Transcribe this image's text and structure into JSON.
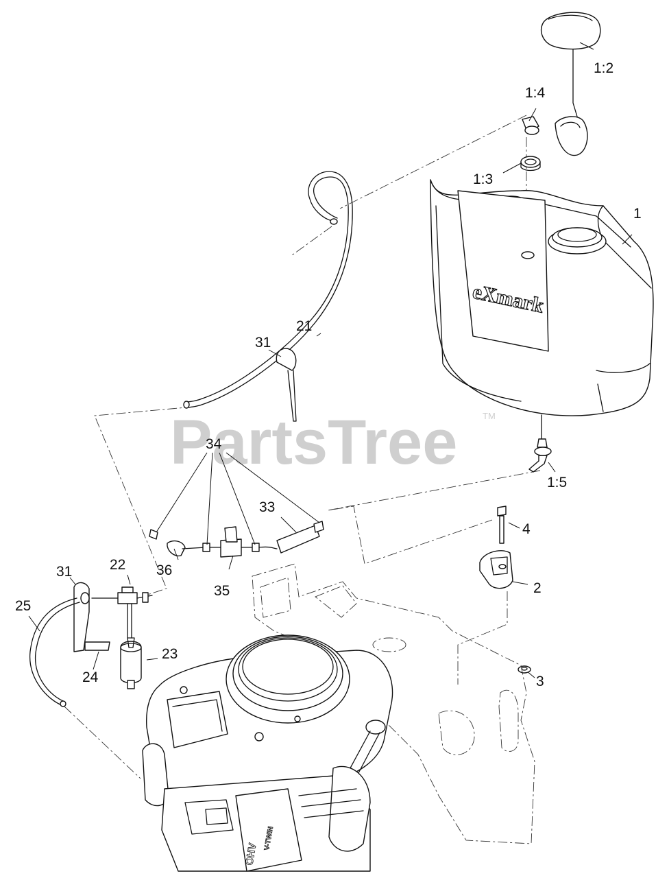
{
  "watermark": {
    "text": "PartsTree",
    "trademark": "TM"
  },
  "brand_logo": "eXmark",
  "engine_marks": {
    "ohv": "OHV",
    "v_twin": "V-TWIN"
  },
  "callouts": {
    "c1": "1",
    "c1_2": "1:2",
    "c1_3": "1:3",
    "c1_4": "1:4",
    "c1_5": "1:5",
    "c2": "2",
    "c3": "3",
    "c4": "4",
    "c21": "21",
    "c22": "22",
    "c23": "23",
    "c24": "24",
    "c25": "25",
    "c31a": "31",
    "c31b": "31",
    "c33": "33",
    "c34": "34",
    "c35": "35",
    "c36": "36"
  },
  "colors": {
    "line": "#111111",
    "watermark": "#cfcfcf",
    "background": "#ffffff"
  }
}
